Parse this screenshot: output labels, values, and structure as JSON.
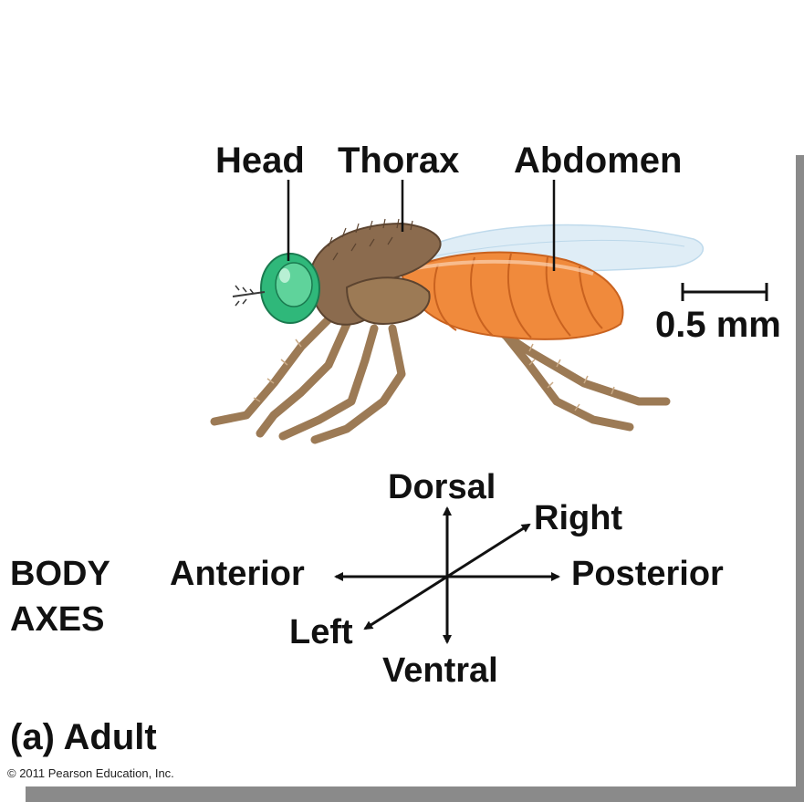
{
  "labels": {
    "head": "Head",
    "thorax": "Thorax",
    "abdomen": "Abdomen",
    "scale": "0.5 mm"
  },
  "axes": {
    "title_line1": "BODY",
    "title_line2": "AXES",
    "dorsal": "Dorsal",
    "ventral": "Ventral",
    "anterior": "Anterior",
    "posterior": "Posterior",
    "left": "Left",
    "right": "Right"
  },
  "caption": "(a) Adult",
  "copyright": "© 2011 Pearson Education, Inc.",
  "colors": {
    "head": "#2fb87a",
    "thorax": "#8b6b4e",
    "abdomen": "#f08a3c",
    "legs": "#a07e5a",
    "wing": "#cfe6f3",
    "frame_shadow": "#8a8a8a"
  }
}
